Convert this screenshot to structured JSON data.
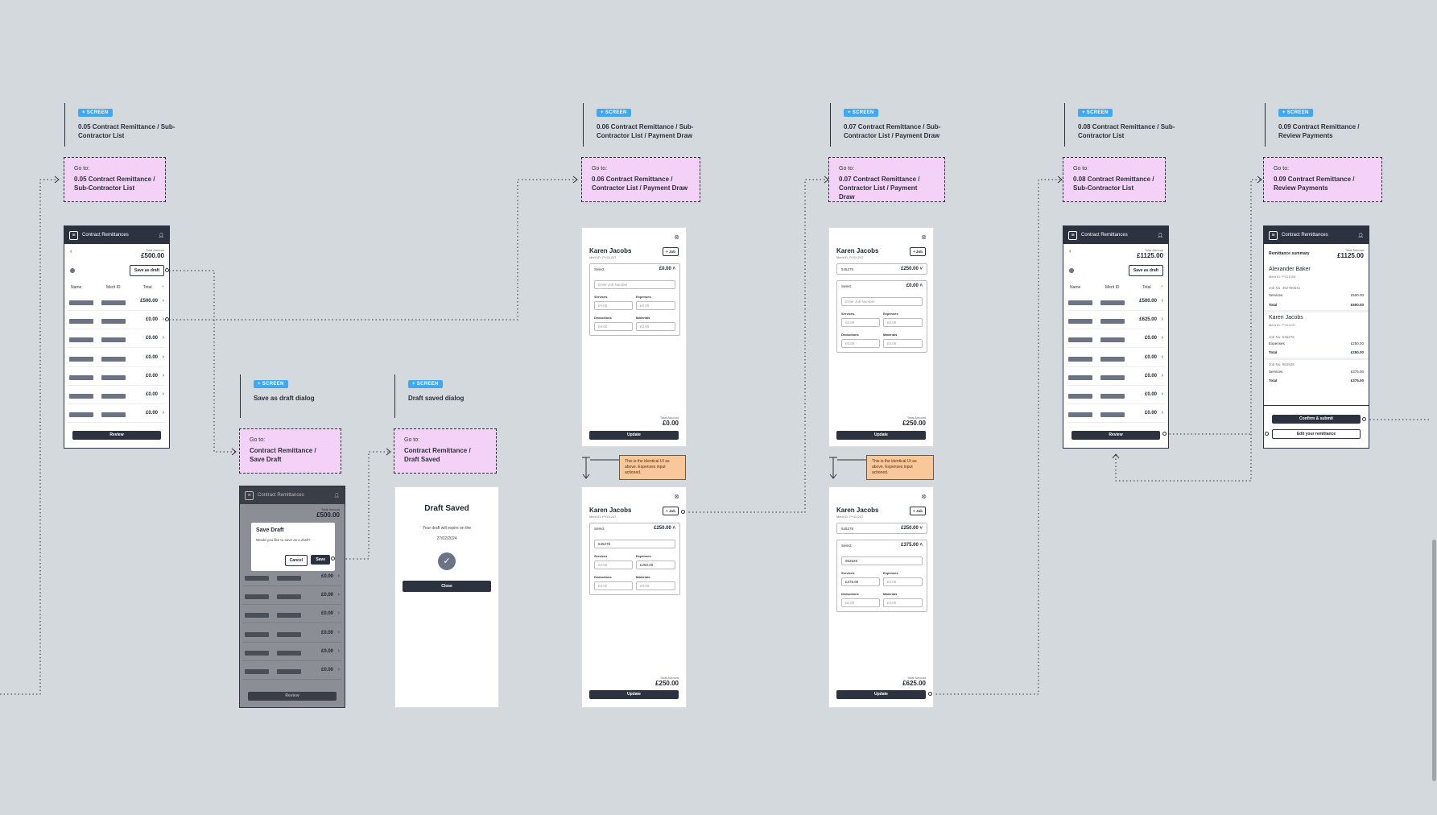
{
  "screens": {
    "s005": {
      "tag": "+ SCREEN",
      "title": "0.05 Contract Remittance / Sub-Contractor List"
    },
    "ssave": {
      "tag": "+ SCREEN",
      "title": "Save as draft dialog"
    },
    "sdraft": {
      "tag": "+ SCREEN",
      "title": "Draft saved dialog"
    },
    "s006": {
      "tag": "+ SCREEN",
      "title": "0.06 Contract Remittance / Sub-Contractor List / Payment Draw"
    },
    "s007": {
      "tag": "+ SCREEN",
      "title": "0.07 Contract Remittance / Sub-Contractor List / Payment Draw"
    },
    "s008": {
      "tag": "+ SCREEN",
      "title": "0.08 Contract Remittance / Sub-Contractor List"
    },
    "s009": {
      "tag": "+ SCREEN",
      "title": "0.09 Contract Remittance / Review Payments"
    }
  },
  "gotos": {
    "label": "Go to:",
    "g005": "0.05 Contract Remittance / Sub-Contractor List",
    "gsave": "Contract Remittance / Save Draft",
    "gdraft": "Contract Remittance / Draft Saved",
    "g006": "0.06 Contract Remittance / Contractor List / Payment Draw",
    "g007": "0.07 Contract Remittance / Contractor List / Payment Draw",
    "g008": "0.08 Contract Remittance / Sub-Contractor List",
    "g009": "0.09 Contract Remittance / Review Payments"
  },
  "app": {
    "bar_title": "Contract Remittances",
    "total_label": "Total Amount",
    "save_draft": "Save as draft",
    "col_name": "Name",
    "col_merit": "Merit ID",
    "col_total": "Total",
    "review": "Review"
  },
  "list005": {
    "total": "£500.00",
    "amounts": [
      "£500.00",
      "£0.00",
      "£0.00",
      "£0.00",
      "£0.00",
      "£0.00",
      "£0.00"
    ]
  },
  "list008": {
    "total": "£1125.00",
    "amounts": [
      "£500.00",
      "£625.00",
      "£0.00",
      "£0.00",
      "£0.00",
      "£0.00",
      "£0.00"
    ]
  },
  "dialog": {
    "title": "Save Draft",
    "message": "Would you like to save as a draft?",
    "cancel": "Cancel",
    "save": "Save",
    "total": "£500.00",
    "amounts": [
      "£0.00",
      "£0.00",
      "£0.00",
      "£0.00",
      "£0.00",
      "£0.00"
    ]
  },
  "draft": {
    "title": "Draft Saved",
    "line1": "Your draft will expire on the",
    "line2": "27/02/2024",
    "close": "Close"
  },
  "job": {
    "name": "Karen Jacobs",
    "merit": "Merit ID: PYD1247",
    "add_job": "+ Job",
    "select": "Select",
    "enter_job": "Enter Job Number",
    "services": "Services",
    "expenses": "Expenses",
    "deductions": "Deductions",
    "materials": "Materials",
    "zero": "£0.00",
    "update": "Update",
    "total_label": "Total Amount",
    "job1": "545278",
    "job2": "952528",
    "v250": "£250.00",
    "v375": "£375.00",
    "t0": "£0.00",
    "t250": "£250.00",
    "t625": "£625.00"
  },
  "note": "This is the identical UI as above. Expenses input actioned.",
  "summary": {
    "heading": "Remittance summary",
    "total_label": "Total Amount",
    "total": "£1125.00",
    "p1": "Alexander Baker",
    "p1id": "Merit ID: PYD1008",
    "p1job": "Job No. 462789541",
    "services": "Services",
    "expenses": "Expenses",
    "total_word": "Total",
    "p1serv": "£500.00",
    "p1tot": "£500.00",
    "p2": "Karen Jacobs",
    "p2id": "Merit ID: PYD1247",
    "j2": "Job No. 545278",
    "j2exp": "£250.00",
    "j2tot": "£250.00",
    "j3": "Job No. 952528",
    "j3serv": "£375.00",
    "j3tot": "£375.00",
    "confirm": "Confirm & submit",
    "edit": "Edit your remittance"
  },
  "colors": {
    "canvas": "#d3d9dc",
    "goto": "#f4d2f7",
    "tag": "#3ea8f5",
    "dark": "#2c3240",
    "note": "#f8c79a"
  }
}
